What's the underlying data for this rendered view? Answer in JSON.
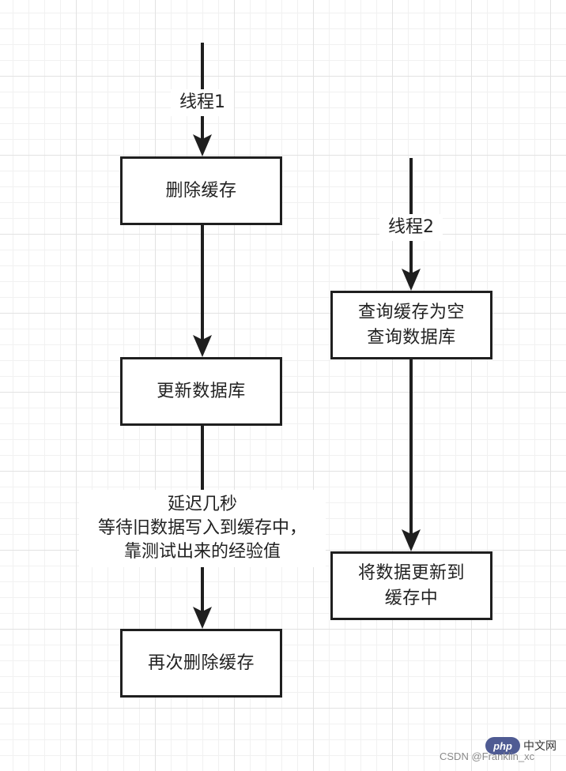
{
  "thread1": {
    "label": "线程1",
    "delete_cache": "删除缓存",
    "update_db": "更新数据库",
    "delay_note": [
      "延迟几秒",
      "等待旧数据写入到缓存中，",
      "靠测试出来的经验值"
    ],
    "delete_again": "再次删除缓存"
  },
  "thread2": {
    "label": "线程2",
    "query_box": [
      "查询缓存为空",
      "查询数据库"
    ],
    "write_box": [
      "将数据更新到",
      "缓存中"
    ]
  },
  "watermark": {
    "logo_text": "php",
    "site_name": "中文网",
    "credit": "CSDN @Franklin_xc"
  },
  "colors": {
    "stroke": "#1f1f1f",
    "grid": "#e2e2e2",
    "logo": "#4f5b93"
  }
}
